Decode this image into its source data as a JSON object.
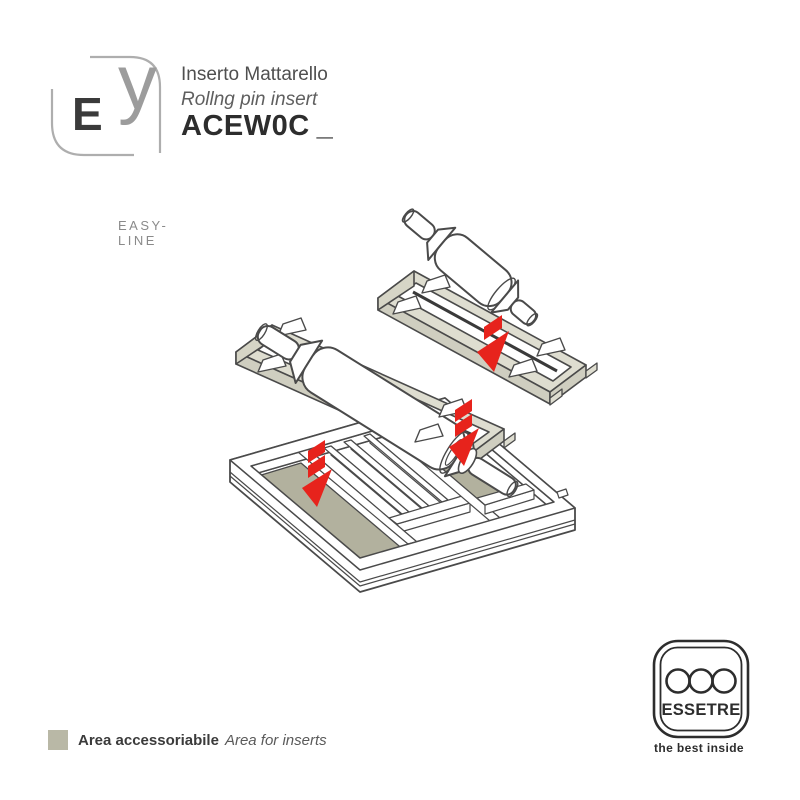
{
  "brand": {
    "logo_e": "E",
    "logo_y": "y",
    "logo_sub": "EASY-LINE"
  },
  "product": {
    "title_it": "Inserto Mattarello",
    "title_en": "Rollng pin insert",
    "code": "ACEW0C",
    "code_suffix": "_"
  },
  "legend": {
    "swatch_color": "#b9b8a6",
    "label_it": "Area accessoriabile",
    "label_en": "Area for inserts"
  },
  "footer_logo": {
    "name": "ESSETRE",
    "tagline": "the best inside"
  },
  "illustration": {
    "description": "Isometric exploded view: rolling pin dropping into two rolling-pin insert modules placed into a drawer organizer tray",
    "accent_red": "#e7231c",
    "outline_color": "#4a4a4a",
    "module_fill": "#deddd0",
    "module_side_fill": "#cfcec0",
    "insert_area_fill": "#b2b19e"
  }
}
